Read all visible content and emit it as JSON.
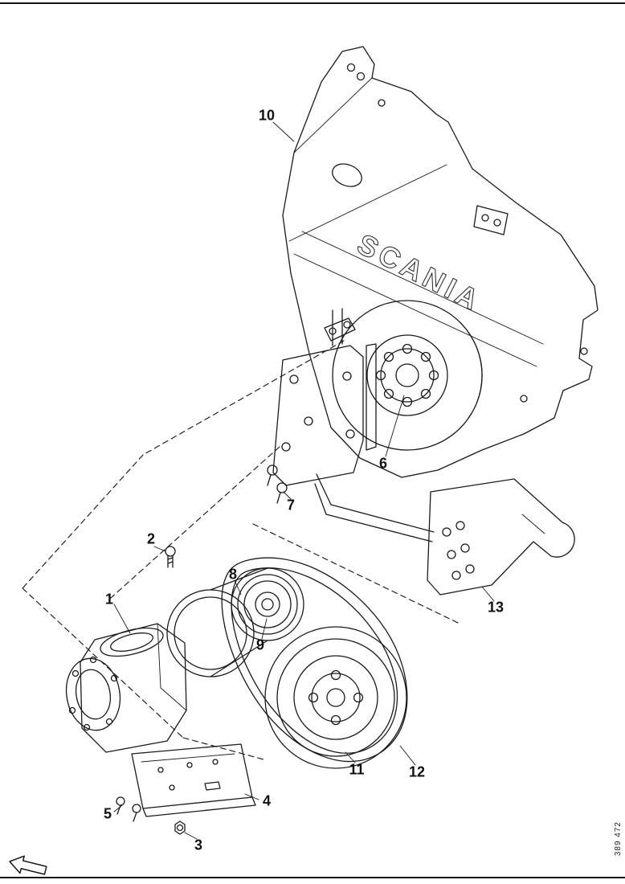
{
  "page": {
    "bg_color": "#ffffff",
    "line_color": "#1a1a1a"
  },
  "diagram": {
    "brand_text": "SCANIA",
    "doc_number": "389 472",
    "callouts": [
      {
        "label": "1"
      },
      {
        "label": "2"
      },
      {
        "label": "3"
      },
      {
        "label": "4"
      },
      {
        "label": "5"
      },
      {
        "label": "6"
      },
      {
        "label": "7"
      },
      {
        "label": "8"
      },
      {
        "label": "9"
      },
      {
        "label": "10"
      },
      {
        "label": "11"
      },
      {
        "label": "12"
      },
      {
        "label": "13"
      }
    ],
    "icons": {
      "direction_arrow": "hollow-left-arrow"
    }
  }
}
